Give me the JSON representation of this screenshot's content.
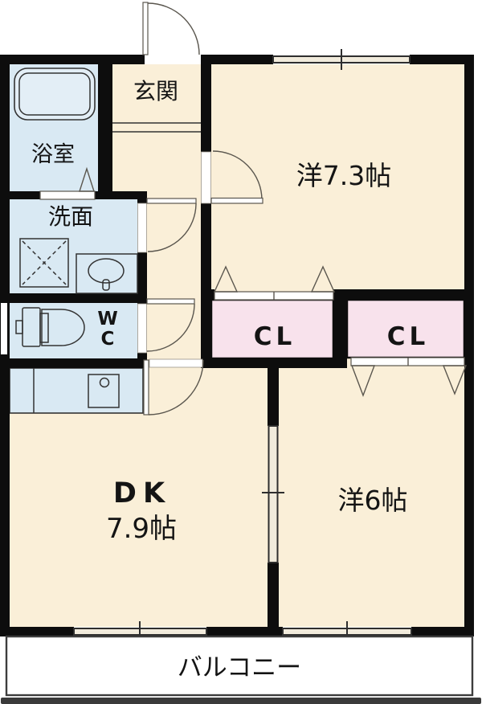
{
  "colors": {
    "wall": "#0d0d0d",
    "room": "#FAEFD8",
    "wet": "#D9E9F3",
    "closet": "#F8E2EC",
    "balcony": "#FFFFFF",
    "fixture_light": "#E3EEF6",
    "window_fill": "#F1EBDC",
    "frame_bar": "#3a3a3a"
  },
  "rooms": {
    "genkan": {
      "label": "玄関"
    },
    "bathroom": {
      "label": "浴室"
    },
    "washroom": {
      "label": "洗面"
    },
    "wc": {
      "line1": "W",
      "line2": "C"
    },
    "western_7_3": {
      "label": "洋7.3帖"
    },
    "closet_left": {
      "label": "CL"
    },
    "closet_right": {
      "label": "CL"
    },
    "dk": {
      "line1": "DK",
      "line2": "7.9帖"
    },
    "western_6": {
      "label": "洋6帖"
    },
    "balcony": {
      "label": "バルコニー"
    }
  }
}
